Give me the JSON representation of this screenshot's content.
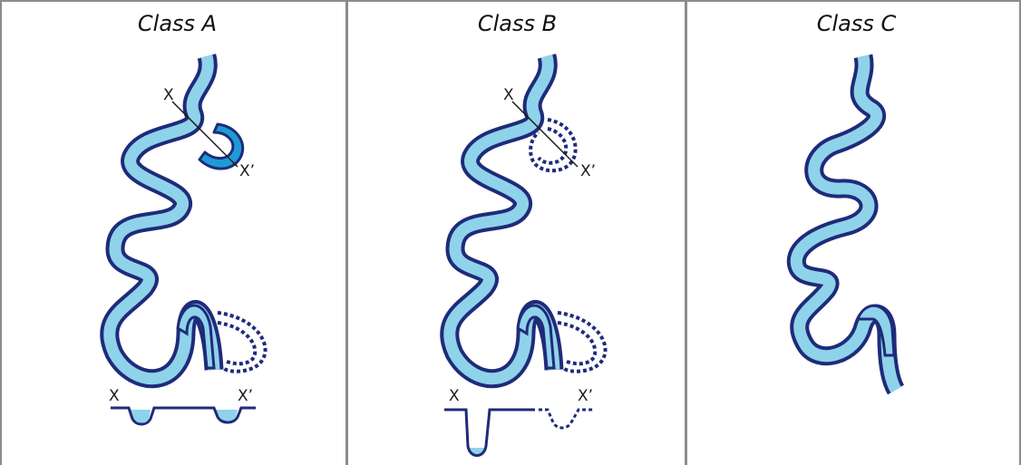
{
  "panels": [
    {
      "title": "Class A",
      "section_left": "X",
      "section_right": "X’",
      "cut_label_top": "X",
      "cut_label_bottom": "X’"
    },
    {
      "title": "Class B",
      "section_left": "X",
      "section_right": "X’",
      "cut_label_top": "X",
      "cut_label_bottom": "X’"
    },
    {
      "title": "Class C"
    }
  ],
  "colors": {
    "water": "#8fd3ea",
    "bank": "#1f2b7a",
    "cutoff": "#1e9bd6",
    "grid": "#8c8c8c"
  }
}
